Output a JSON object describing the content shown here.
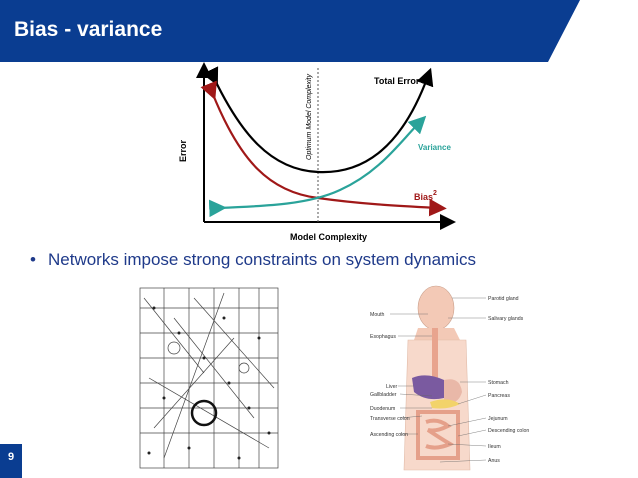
{
  "slide": {
    "title": "Bias - variance",
    "page_number": "9",
    "bullet": "Networks impose strong constraints on system dynamics",
    "bullet_marker": "•"
  },
  "chart_data": {
    "type": "line",
    "xlabel": "Model Complexity",
    "ylabel": "Error",
    "optimum_label": "Optimum Model Complexity",
    "series": [
      {
        "name": "Total Error",
        "color": "#000000"
      },
      {
        "name": "Variance",
        "color": "#2aa39a"
      },
      {
        "name": "Bias",
        "superscript": "2",
        "color": "#a01818"
      }
    ]
  },
  "anatomy_labels": {
    "left": [
      "Mouth",
      "Esophagus",
      "Liver",
      "Gallbladder",
      "Duodenum",
      "Transverse colon",
      "Ascending colon"
    ],
    "right": [
      "Parotid gland",
      "Salivary glands",
      "Stomach",
      "Pancreas",
      "Jejunum",
      "Descending colon",
      "Ileum",
      "Anus"
    ]
  },
  "colors": {
    "header": "#0a3d91",
    "accent": "#1f3a8a"
  }
}
